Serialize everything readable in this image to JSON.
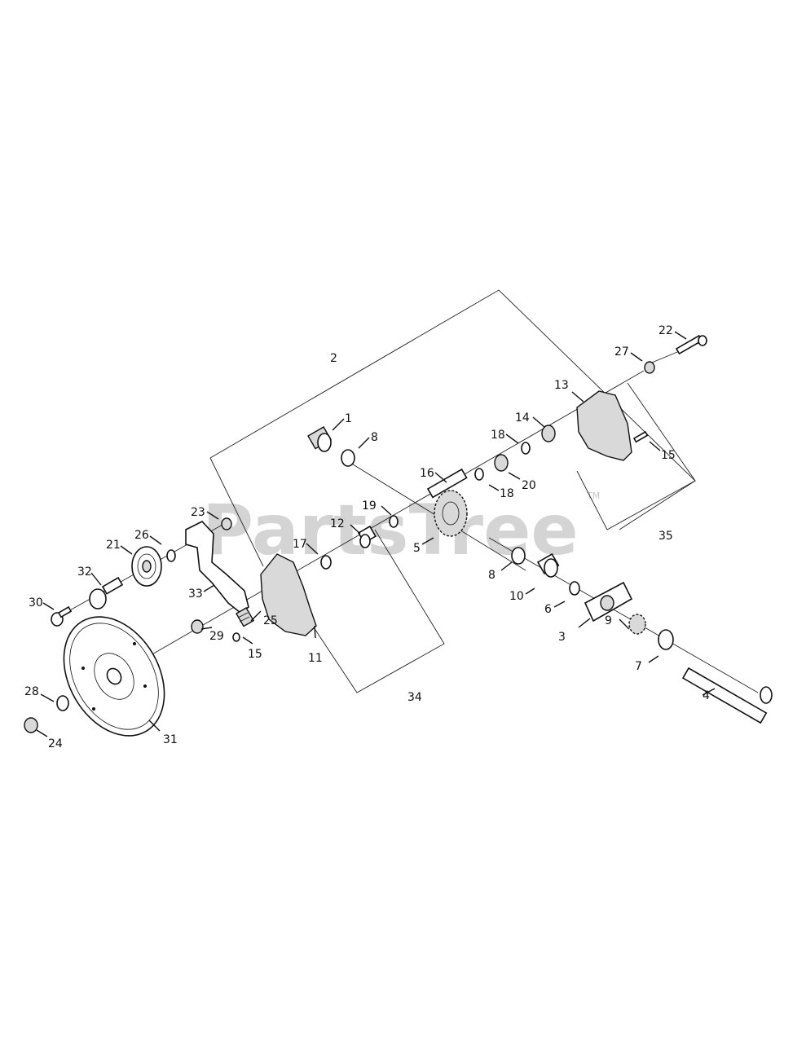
{
  "watermark": {
    "text": "PartsTree",
    "trademark": "TM"
  },
  "callouts": [
    "1",
    "2",
    "3",
    "4",
    "5",
    "6",
    "7",
    "8",
    "9",
    "10",
    "11",
    "12",
    "13",
    "14",
    "15",
    "16",
    "17",
    "18",
    "19",
    "20",
    "21",
    "22",
    "23",
    "24",
    "25",
    "26",
    "27",
    "28",
    "29",
    "30",
    "31",
    "32",
    "33",
    "34",
    "35"
  ]
}
